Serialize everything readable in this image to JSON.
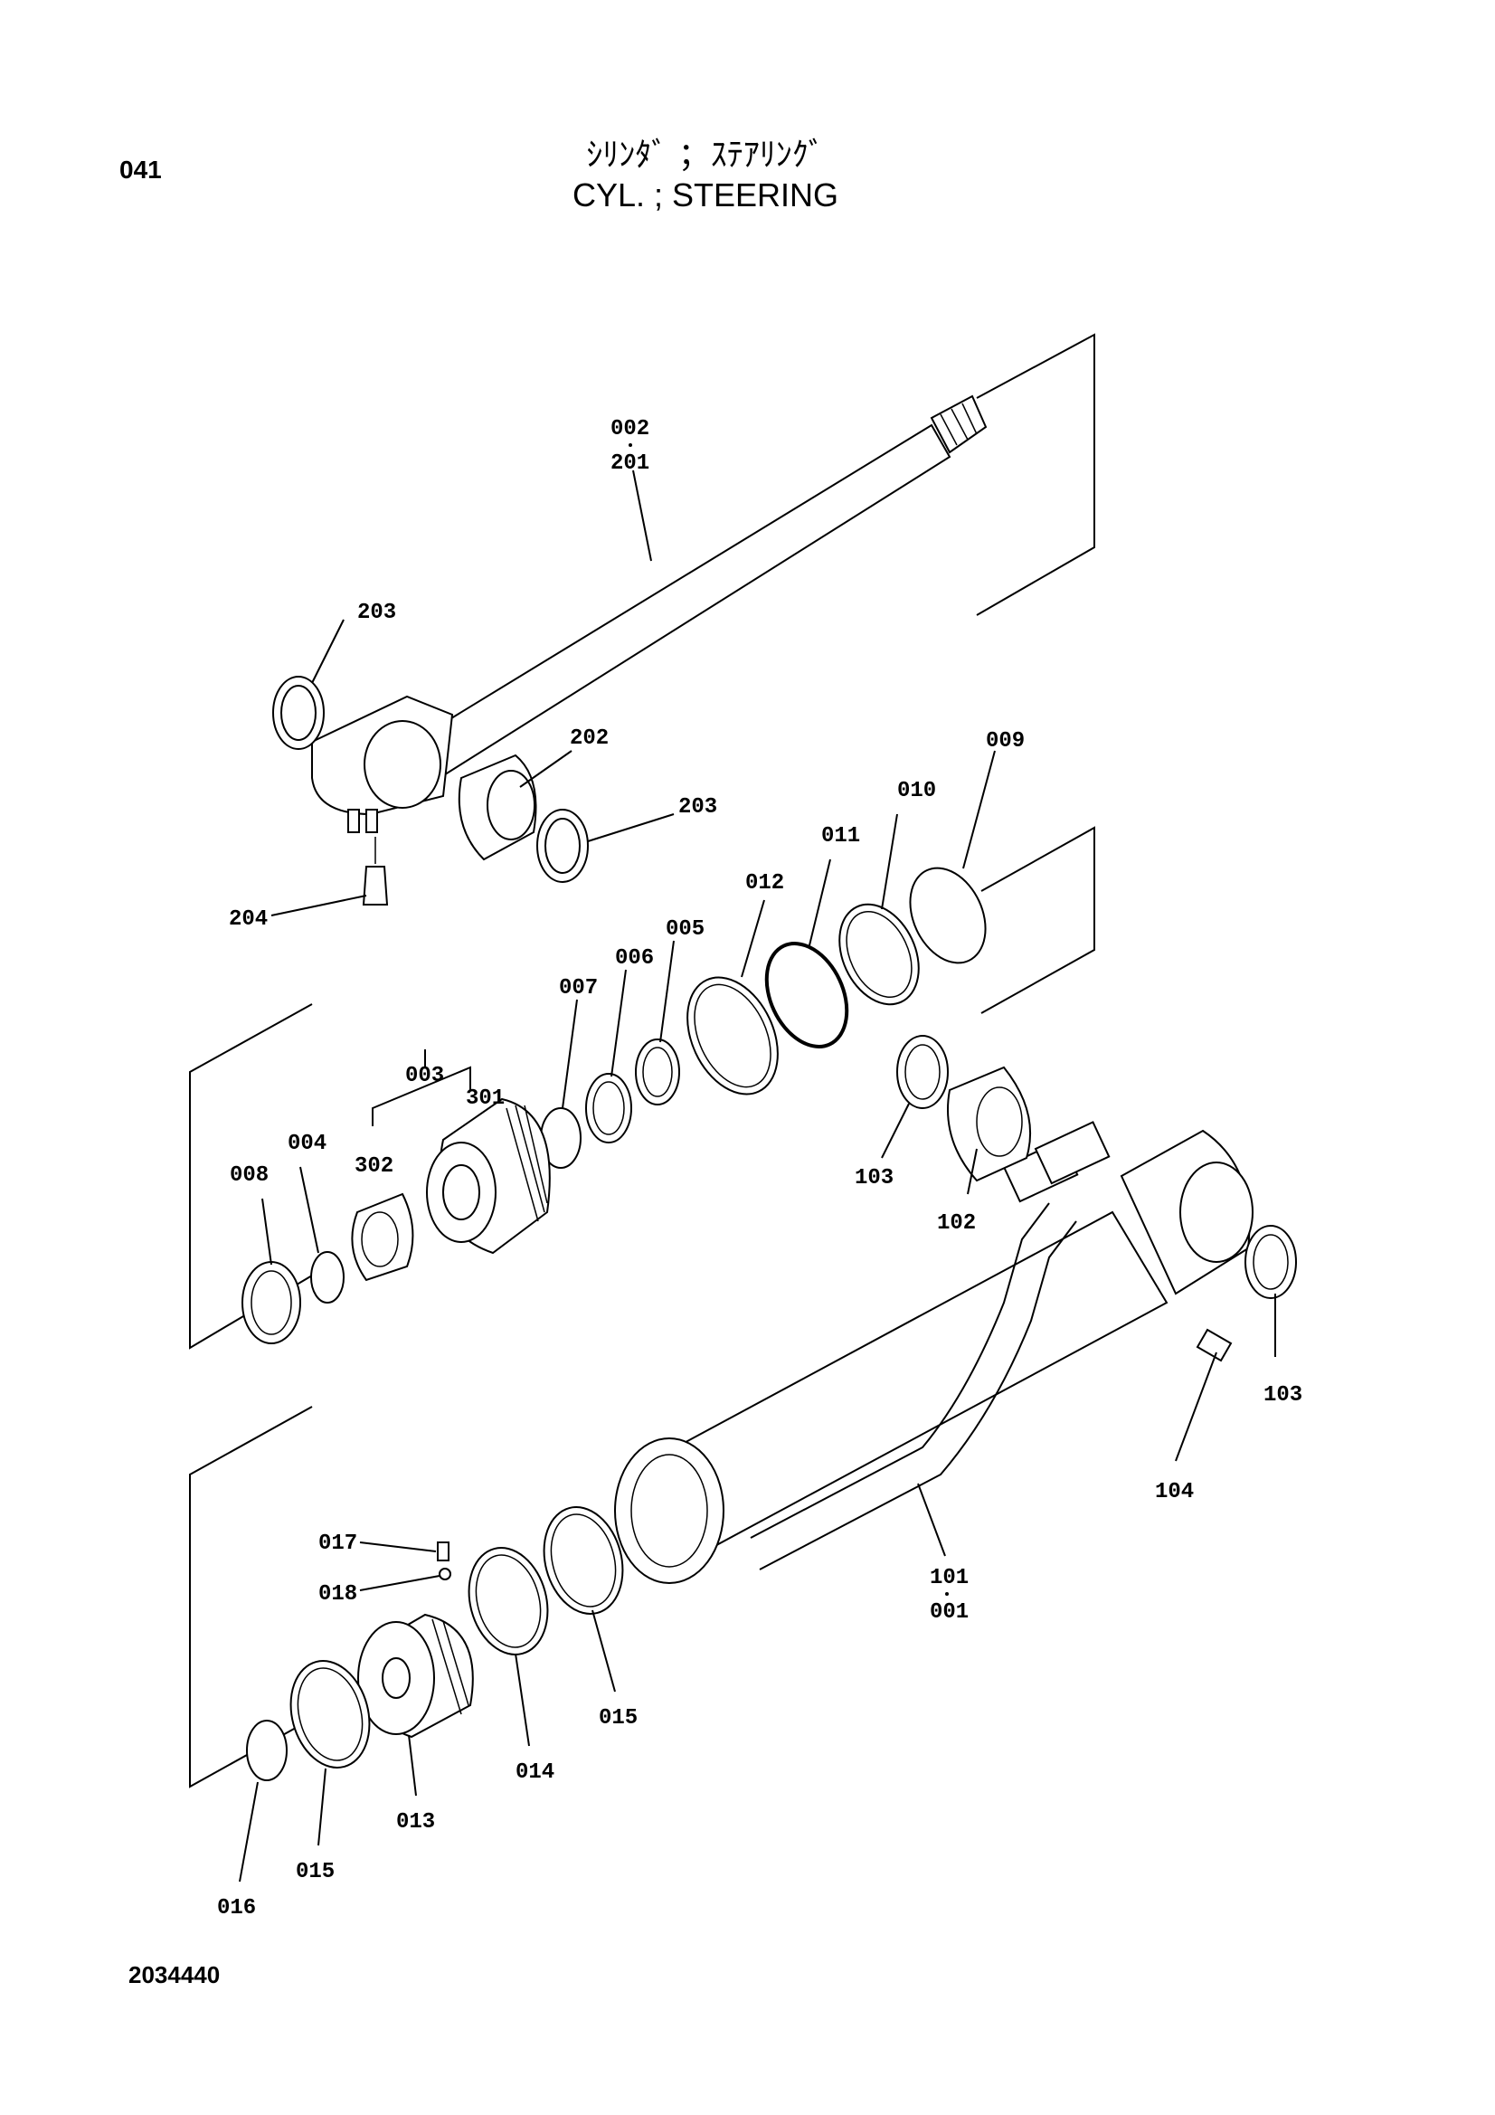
{
  "page_number": "041",
  "title": {
    "japanese": "ｼﾘﾝﾀﾞ ；ｽﾃｱﾘﾝｸﾞ",
    "english": "CYL. ; STEERING"
  },
  "document_number": "2034440",
  "part_labels": {
    "p002": "002",
    "p201": "201",
    "p203a": "203",
    "p202": "202",
    "p203b": "203",
    "p204": "204",
    "p009": "009",
    "p010": "010",
    "p011": "011",
    "p012": "012",
    "p005": "005",
    "p006": "006",
    "p007": "007",
    "p003": "003",
    "p301": "301",
    "p302": "302",
    "p004": "004",
    "p008": "008",
    "p103a": "103",
    "p102": "102",
    "p103b": "103",
    "p104": "104",
    "p101": "101",
    "p001": "001",
    "p017": "017",
    "p018": "018",
    "p015a": "015",
    "p014": "014",
    "p013": "013",
    "p015b": "015",
    "p016": "016"
  }
}
